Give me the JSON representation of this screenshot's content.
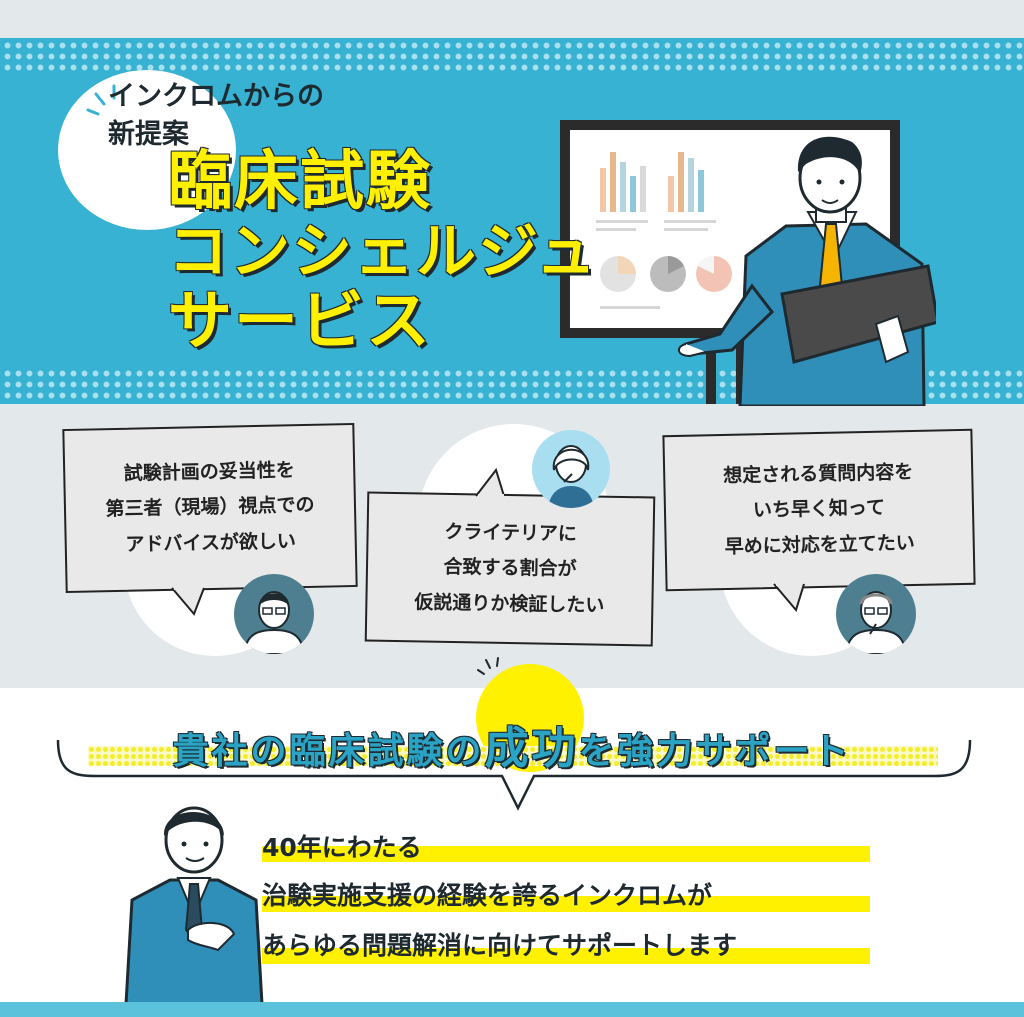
{
  "hero": {
    "badge": {
      "line1": "インクロムからの",
      "line2": "新提案"
    },
    "title": {
      "line1": "臨床試験",
      "line2": "コンシェルジュ",
      "line3": "サービス"
    }
  },
  "concerns": [
    {
      "lines": [
        "試験計画の妥当性を",
        "第三者（現場）視点での",
        "アドバイスが欲しい"
      ]
    },
    {
      "lines": [
        "クライテリアに",
        "合致する割合が",
        "仮説通りか検証したい"
      ]
    },
    {
      "lines": [
        "想定される質問内容を",
        "いち早く知って",
        "早めに対応を立てたい"
      ]
    }
  ],
  "success": {
    "heading_pre": "貴社の臨床試験の",
    "heading_highlight": "成功",
    "heading_post": "を強力サポート",
    "statement": [
      "40年にわたる",
      "治験実施支援の経験を誇るインクロムが",
      "あらゆる問題解消に向けてサポートします"
    ]
  },
  "colors": {
    "hero_blue": "#38b2d2",
    "title_yellow": "#fff000",
    "heading_blue": "#2aa3c4",
    "highlight_yellow": "#fff100",
    "suit_blue": "#2f8fb8"
  }
}
